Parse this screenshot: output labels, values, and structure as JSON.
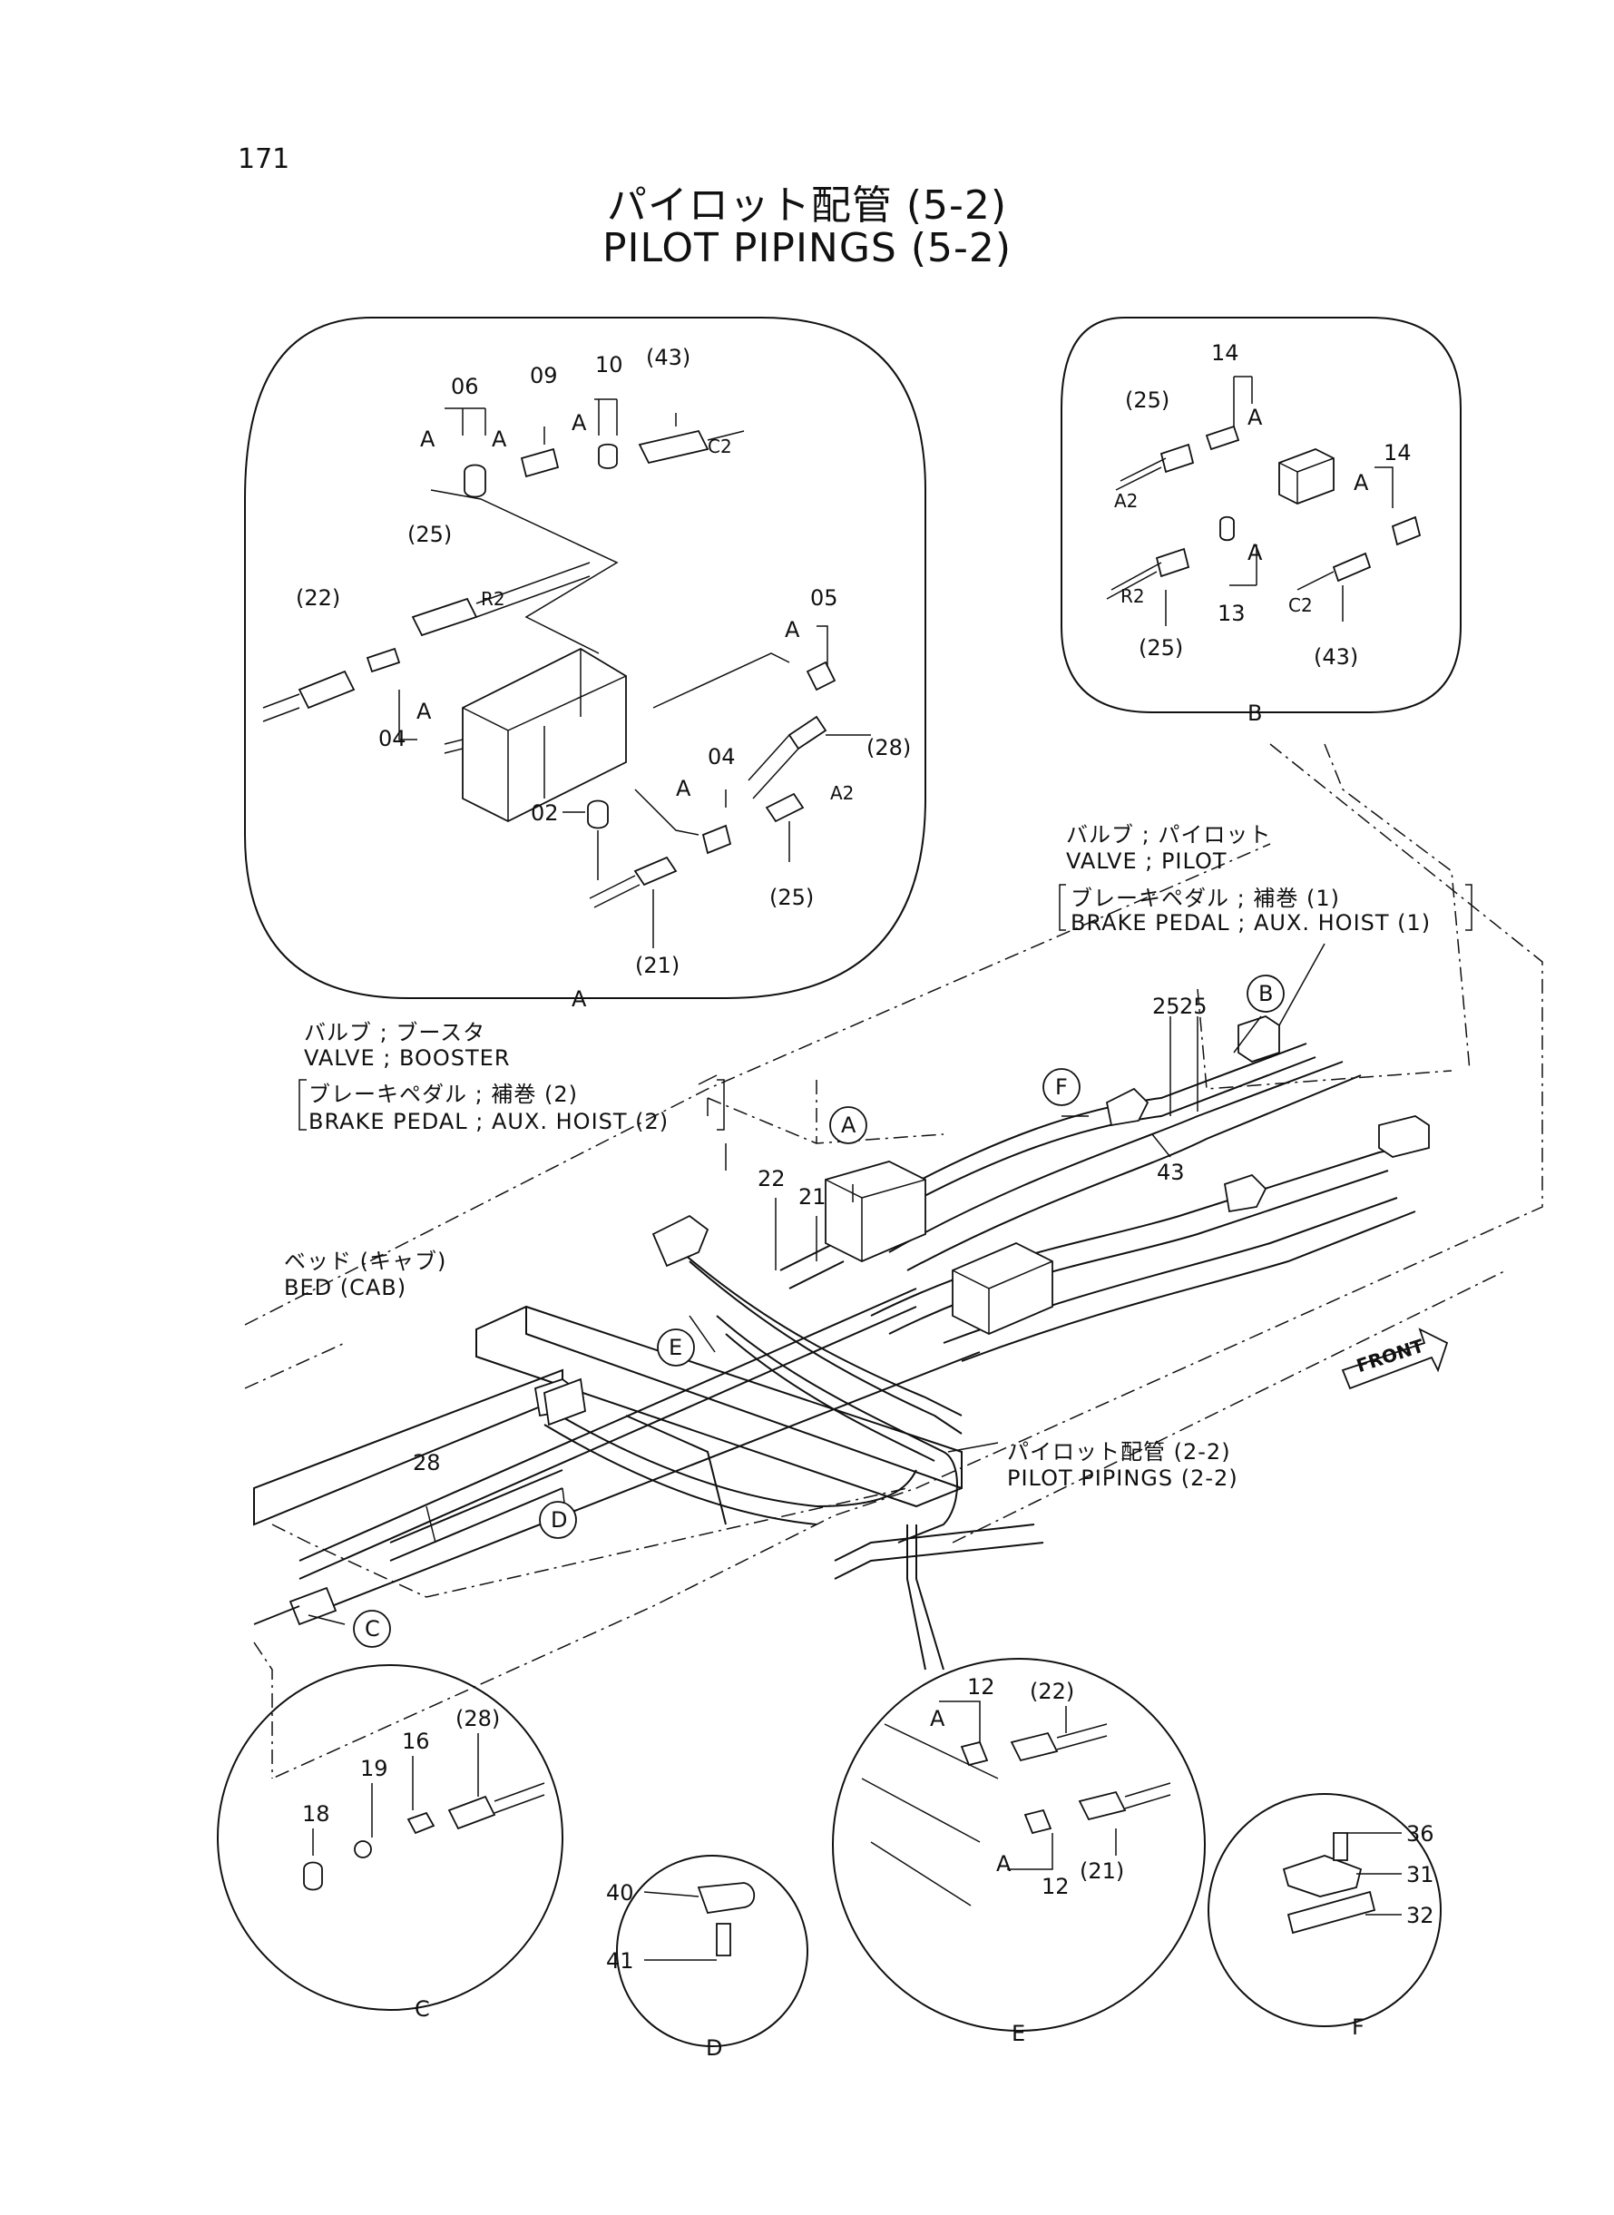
{
  "page_number": "171",
  "title_jp": "パイロット配管 (5-2)",
  "title_en": "PILOT PIPINGS (5-2)",
  "callouts": {
    "valve_pilot_jp": "バルブ ; パイロット",
    "valve_pilot_en": "VALVE ; PILOT",
    "valve_pilot_sub_jp": "ブレーキペダル ; 補巻 (1)",
    "valve_pilot_sub_en": "BRAKE PEDAL ; AUX. HOIST (1)",
    "valve_booster_jp": "バルブ ; ブースタ",
    "valve_booster_en": "VALVE ; BOOSTER",
    "valve_booster_sub_jp": "ブレーキペダル ; 補巻 (2)",
    "valve_booster_sub_en": "BRAKE PEDAL ; AUX. HOIST (2)",
    "bed_jp": "ベッド (キャブ)",
    "bed_en": "BED (CAB)",
    "pilot_22_jp": "パイロット配管 (2-2)",
    "pilot_22_en": "PILOT PIPINGS (2-2)",
    "front": "FRONT"
  },
  "details": {
    "A": {
      "label": "A",
      "parts": [
        "06",
        "09",
        "10",
        "(43)",
        "(25)",
        "(22)",
        "05",
        "04",
        "04",
        "(28)",
        "02",
        "(25)",
        "(21)"
      ],
      "marks": [
        "A",
        "A",
        "A",
        "A",
        "A",
        "A",
        "C2",
        "R2",
        "A2"
      ]
    },
    "B": {
      "label": "B",
      "parts": [
        "14",
        "(25)",
        "14",
        "13",
        "(25)",
        "(43)"
      ],
      "marks": [
        "A",
        "A",
        "A",
        "A2",
        "R2",
        "C2"
      ]
    },
    "C": {
      "label": "C",
      "parts": [
        "18",
        "19",
        "16",
        "(28)"
      ]
    },
    "D": {
      "label": "D",
      "parts": [
        "40",
        "41"
      ]
    },
    "E": {
      "label": "E",
      "parts": [
        "12",
        "(22)",
        "12",
        "(21)"
      ],
      "marks": [
        "A",
        "A"
      ]
    },
    "F": {
      "label": "F",
      "parts": [
        "36",
        "31",
        "32"
      ]
    }
  },
  "main_labels": [
    "25",
    "25",
    "43",
    "22",
    "21",
    "28"
  ],
  "bubbles": [
    "A",
    "B",
    "C",
    "D",
    "E",
    "F"
  ]
}
